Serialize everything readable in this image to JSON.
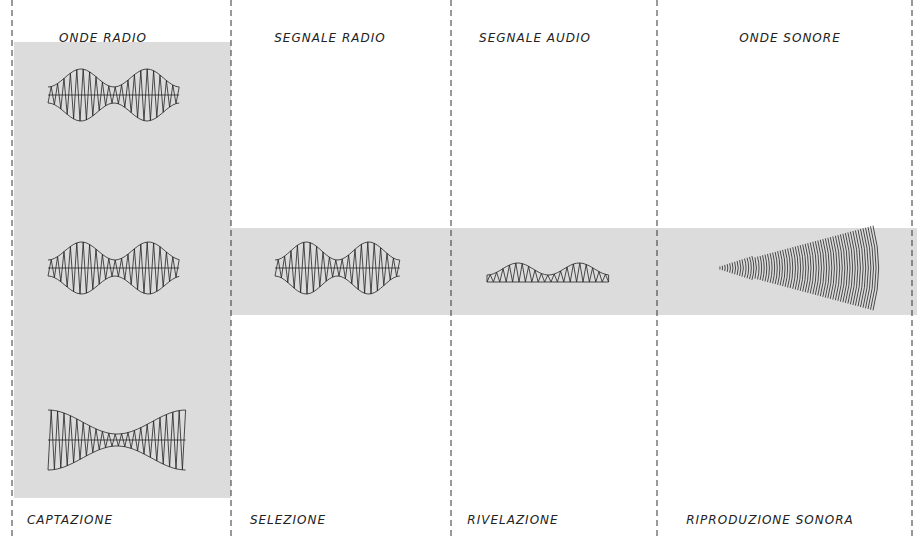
{
  "diagram": {
    "labels": [
      "ONDE RADIO",
      "SEGNALE RADIO",
      "SEGNALE AUDIO",
      "ONDE SONORE",
      "CAPTAZIONE",
      "SELEZIONE",
      "RIVELAZIONE",
      "RIPRODUZIONE SONORA"
    ]
  }
}
